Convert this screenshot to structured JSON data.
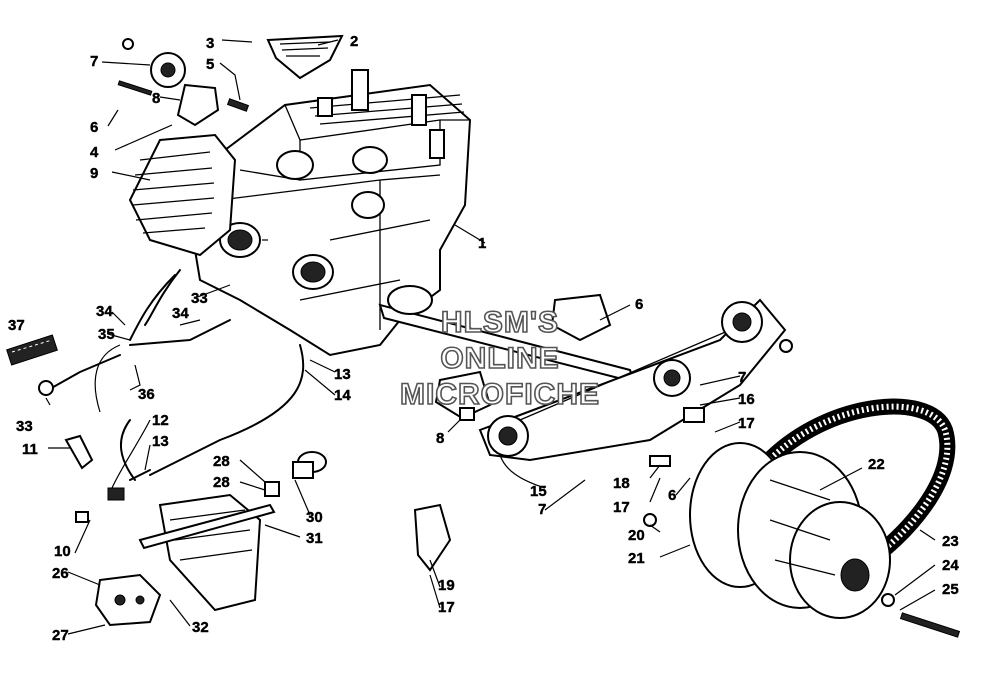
{
  "watermark": {
    "line1": "HLSM'S",
    "line2": "ONLINE",
    "line3": "MICROFICHE"
  },
  "callouts": [
    {
      "id": "c1",
      "label": "1"
    },
    {
      "id": "c2",
      "label": "2"
    },
    {
      "id": "c3",
      "label": "3"
    },
    {
      "id": "c4",
      "label": "4"
    },
    {
      "id": "c5",
      "label": "5"
    },
    {
      "id": "c6a",
      "label": "6"
    },
    {
      "id": "c6b",
      "label": "6"
    },
    {
      "id": "c6c",
      "label": "6"
    },
    {
      "id": "c7a",
      "label": "7"
    },
    {
      "id": "c7b",
      "label": "7"
    },
    {
      "id": "c7c",
      "label": "7"
    },
    {
      "id": "c8a",
      "label": "8"
    },
    {
      "id": "c8b",
      "label": "8"
    },
    {
      "id": "c9",
      "label": "9"
    },
    {
      "id": "c10",
      "label": "10"
    },
    {
      "id": "c11",
      "label": "11"
    },
    {
      "id": "c12",
      "label": "12"
    },
    {
      "id": "c13a",
      "label": "13"
    },
    {
      "id": "c13b",
      "label": "13"
    },
    {
      "id": "c14",
      "label": "14"
    },
    {
      "id": "c15",
      "label": "15"
    },
    {
      "id": "c16",
      "label": "16"
    },
    {
      "id": "c17a",
      "label": "17"
    },
    {
      "id": "c17b",
      "label": "17"
    },
    {
      "id": "c17c",
      "label": "17"
    },
    {
      "id": "c18",
      "label": "18"
    },
    {
      "id": "c19",
      "label": "19"
    },
    {
      "id": "c20",
      "label": "20"
    },
    {
      "id": "c21",
      "label": "21"
    },
    {
      "id": "c22",
      "label": "22"
    },
    {
      "id": "c23",
      "label": "23"
    },
    {
      "id": "c24",
      "label": "24"
    },
    {
      "id": "c25",
      "label": "25"
    },
    {
      "id": "c26",
      "label": "26"
    },
    {
      "id": "c27",
      "label": "27"
    },
    {
      "id": "c28a",
      "label": "28"
    },
    {
      "id": "c28b",
      "label": "28"
    },
    {
      "id": "c30",
      "label": "30"
    },
    {
      "id": "c31",
      "label": "31"
    },
    {
      "id": "c32",
      "label": "32"
    },
    {
      "id": "c33a",
      "label": "33"
    },
    {
      "id": "c33b",
      "label": "33"
    },
    {
      "id": "c34a",
      "label": "34"
    },
    {
      "id": "c34b",
      "label": "34"
    },
    {
      "id": "c35",
      "label": "35"
    },
    {
      "id": "c36",
      "label": "36"
    },
    {
      "id": "c37",
      "label": "37"
    }
  ]
}
